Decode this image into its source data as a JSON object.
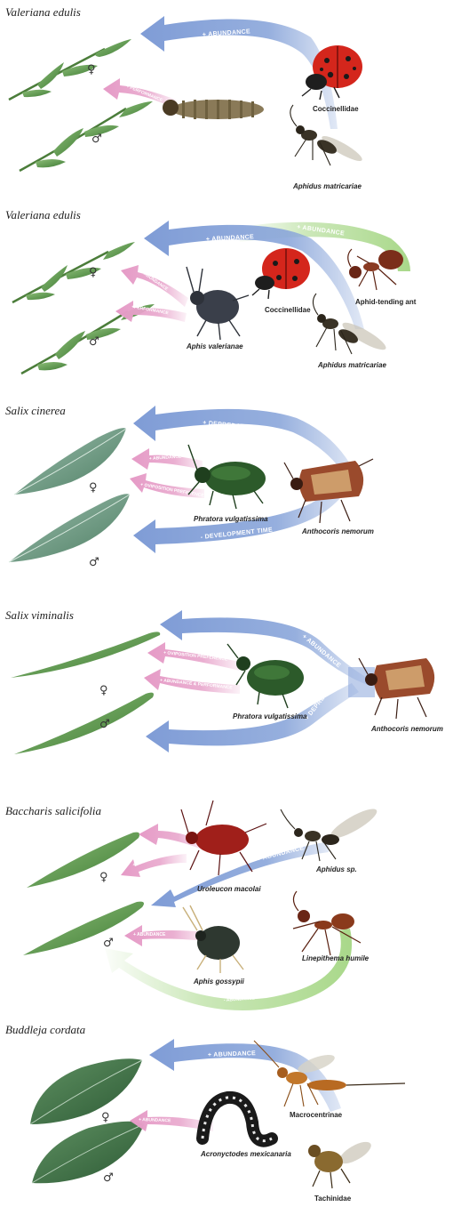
{
  "colors": {
    "blue": "#8aa6da",
    "pink": "#e8a6cc",
    "green": "#a9d88a",
    "leaf_willow": "#5f9a4a",
    "leaf_salix": "#6a9a80",
    "ladybird": "#d4261c",
    "beetle": "#2c5a2a"
  },
  "symbols": {
    "female": "♀",
    "male": "♂"
  },
  "panels": [
    {
      "title": "Valeriana edulis",
      "arrows": [
        "+ ABUNDANCE",
        "+ PERFORMANCE"
      ],
      "organisms": [
        "Coccinellidae",
        "Aphidus matricariae"
      ],
      "icons": [
        "caterpillar-icon",
        "ladybird-icon",
        "wasp-icon"
      ]
    },
    {
      "title": "Valeriana edulis",
      "arrows": [
        "+ ABUNDANCE",
        "+ ABUNDANCE",
        "+ ABUNDANCE",
        "+PERFORMANCE"
      ],
      "organisms": [
        "Aphis valerianae",
        "Coccinellidae",
        "Aphid-tending ant",
        "Aphidus matricariae"
      ],
      "icons": [
        "aphid-icon",
        "ladybird-icon",
        "ant-icon",
        "wasp-icon"
      ]
    },
    {
      "title": "Salix cinerea",
      "arrows": [
        "+ DEPREDATION",
        "+ ABUNDANCE",
        "+ OVIPOSITION PREFERENCE",
        "- DEVELOPMENT TIME"
      ],
      "organisms": [
        "Phratora vulgatissima",
        "Anthocoris nemorum"
      ],
      "icons": [
        "beetle-icon",
        "bug-icon"
      ]
    },
    {
      "title": "Salix viminalis",
      "arrows": [
        "+ OVIPOSITION PREFERENCE",
        "+ ABUNDANCE & PERFORMANCE",
        "+ ABUNDANCE",
        "+ DEPREDATION"
      ],
      "organisms": [
        "Phratora vulgatissima",
        "Anthocoris nemorum"
      ],
      "icons": [
        "beetle-icon",
        "bug-icon"
      ]
    },
    {
      "title": "Baccharis salicifolia",
      "arrows": [
        "+ ABUNDANCE",
        "+ ABUNDANCE",
        "+ ABUNDANCE",
        "- ABUNDANCE"
      ],
      "organisms": [
        "Uroleucon macolai",
        "Aphidus sp.",
        "Aphis gossypii",
        "Linepithema humile"
      ],
      "icons": [
        "aphid-icon",
        "wasp-icon",
        "aphid-icon",
        "ant-icon"
      ]
    },
    {
      "title": "Buddleja cordata",
      "arrows": [
        "+ ABUNDANCE",
        "+ ABUNDANCE"
      ],
      "organisms": [
        "Macrocentrinae",
        "Acronyctodes mexicanaria",
        "Tachinidae"
      ],
      "icons": [
        "wasp-icon",
        "caterpillar-icon",
        "fly-icon"
      ]
    }
  ]
}
